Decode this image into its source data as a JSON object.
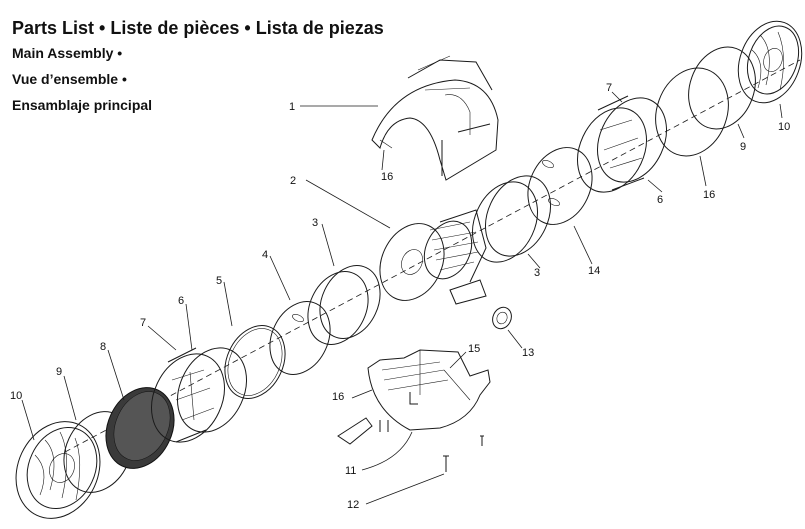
{
  "title": "Parts List • Liste de pièces • Lista de piezas",
  "subtitles": [
    "Main Assembly •",
    "Vue d’ensemble •",
    "Ensamblaje principal"
  ],
  "callouts": [
    "1",
    "16",
    "2",
    "3",
    "4",
    "5",
    "6",
    "7",
    "8",
    "9",
    "10",
    "11",
    "12",
    "13",
    "14",
    "15",
    "16",
    "16",
    "3",
    "6",
    "7",
    "9",
    "10"
  ]
}
